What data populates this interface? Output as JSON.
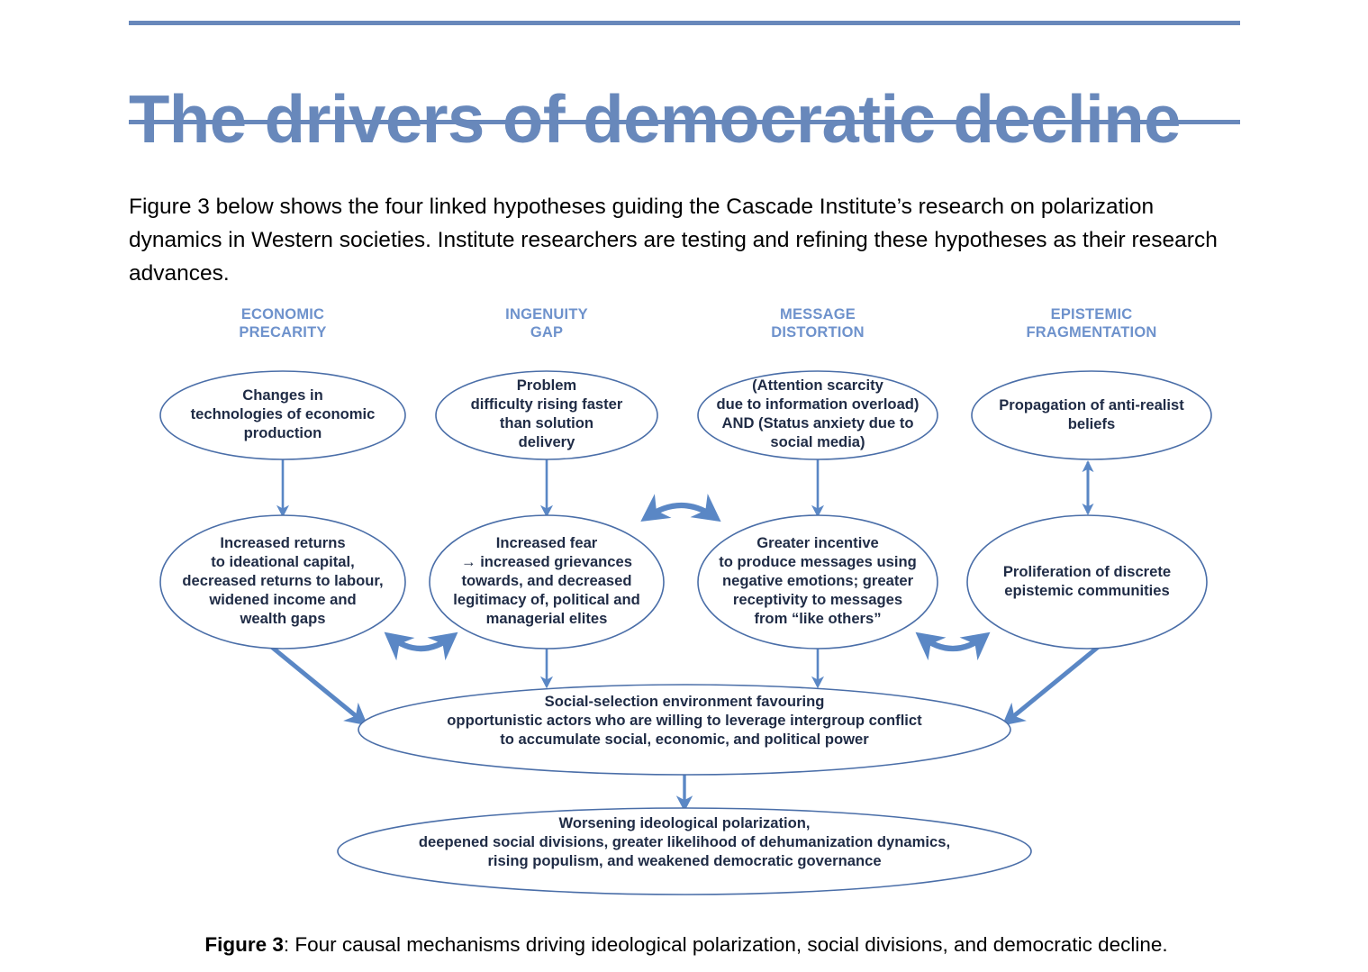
{
  "header": {
    "title": "The drivers of democratic decline",
    "rule_color": "#6888bb",
    "title_color": "#6888bb"
  },
  "intro": {
    "paragraph": "Figure 3 below shows the four linked hypotheses guiding the Cascade Institute’s research on polarization dynamics in Western societies. Institute researchers are testing and refining these hypotheses as their research advances."
  },
  "diagram": {
    "accent_color": "#5a87c5",
    "ellipse_stroke": "#4a6ea8",
    "node_text_color": "#1f2b45",
    "column_headers": [
      {
        "line1": "ECONOMIC",
        "line2": "PRECARITY"
      },
      {
        "line1": "INGENUITY",
        "line2": "GAP"
      },
      {
        "line1": "MESSAGE",
        "line2": "DISTORTION"
      },
      {
        "line1": "EPISTEMIC",
        "line2": "FRAGMENTATION"
      }
    ],
    "row1": [
      {
        "name": "changes-in-technologies",
        "lines": [
          "Changes in",
          "technologies of economic",
          "production"
        ]
      },
      {
        "name": "problem-difficulty",
        "lines": [
          "Problem",
          "difficulty rising faster",
          "than solution",
          "delivery"
        ]
      },
      {
        "name": "attention-scarcity",
        "lines": [
          "(Attention scarcity",
          "due to information overload)",
          "AND (Status anxiety due to",
          "social media)"
        ]
      },
      {
        "name": "anti-realist-beliefs",
        "lines": [
          "Propagation of anti-realist",
          "beliefs"
        ]
      }
    ],
    "row2": [
      {
        "name": "increased-returns",
        "lines": [
          "Increased returns",
          "to ideational capital,",
          "decreased returns to labour,",
          "widened income and",
          "wealth gaps"
        ]
      },
      {
        "name": "increased-fear",
        "lines": [
          "Increased fear",
          "→ increased grievances",
          "towards, and decreased",
          "legitimacy of, political and",
          "managerial elites"
        ]
      },
      {
        "name": "greater-incentive",
        "lines": [
          "Greater incentive",
          "to produce messages using",
          "negative emotions; greater",
          "receptivity to messages",
          "from “like others”"
        ]
      },
      {
        "name": "epistemic-communities",
        "lines": [
          "Proliferation of discrete",
          "epistemic communities"
        ]
      }
    ],
    "row3": {
      "name": "social-selection-environment",
      "lines": [
        "Social-selection environment favouring",
        "opportunistic actors who are willing to leverage intergroup conflict",
        "to accumulate social, economic, and political power"
      ]
    },
    "row4": {
      "name": "worsening-polarization",
      "lines": [
        "Worsening ideological polarization,",
        "deepened social divisions, greater likelihood of dehumanization dynamics,",
        "rising populism, and weakened democratic governance"
      ]
    }
  },
  "caption": {
    "label": "Figure 3",
    "text": ": Four causal mechanisms driving ideological polarization, social divisions, and democratic decline."
  }
}
